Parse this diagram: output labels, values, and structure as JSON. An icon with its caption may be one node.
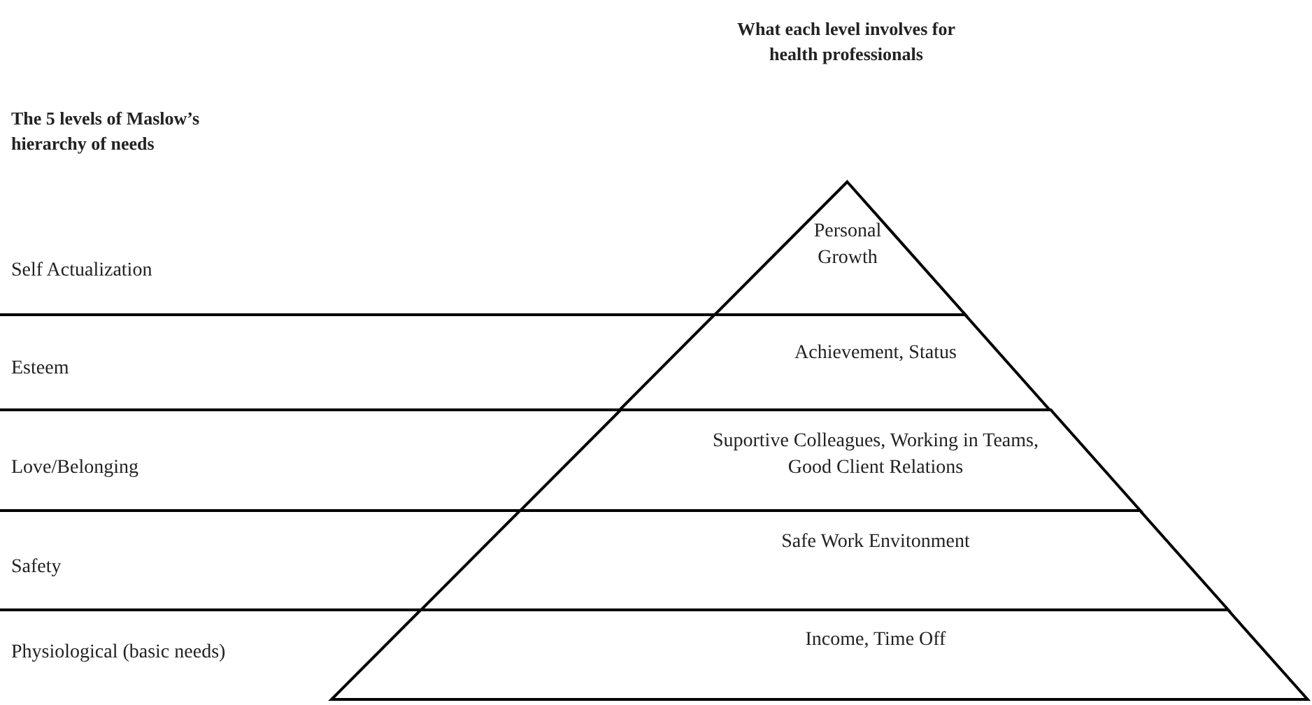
{
  "diagram": {
    "nodes": [
      {
        "text": [
          "Personal Growth"
        ]
      },
      {
        "text": [
          "Achievement, Status"
        ]
      },
      {
        "text": [
          "Suportive Colleagues, Working in Teams, Good Client Relations"
        ]
      },
      {
        "text": [
          "Safe Work Envitonment"
        ]
      },
      {
        "text": [
          "Income, Time Off"
        ]
      }
    ],
    "edges": [],
    "labels": [
      "The 5 levels of Maslow’s hierarchy of needs",
      "What each level involves for health professionals",
      "Self Actualization",
      "Esteem",
      "Love/Belonging",
      "Safety",
      "Physiological (basic needs)"
    ]
  }
}
